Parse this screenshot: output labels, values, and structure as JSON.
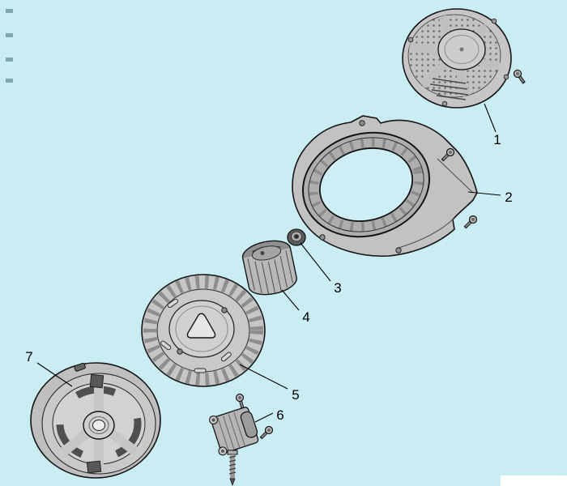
{
  "diagram": {
    "background_color": "#c9edf3",
    "outline_color": "#141414",
    "part_fill_color": "#c6c6c6",
    "hole_color": "#cdeef4",
    "callouts": [
      {
        "number": "1"
      },
      {
        "number": "2"
      },
      {
        "number": "3"
      },
      {
        "number": "4"
      },
      {
        "number": "5"
      },
      {
        "number": "6"
      },
      {
        "number": "7"
      }
    ]
  }
}
